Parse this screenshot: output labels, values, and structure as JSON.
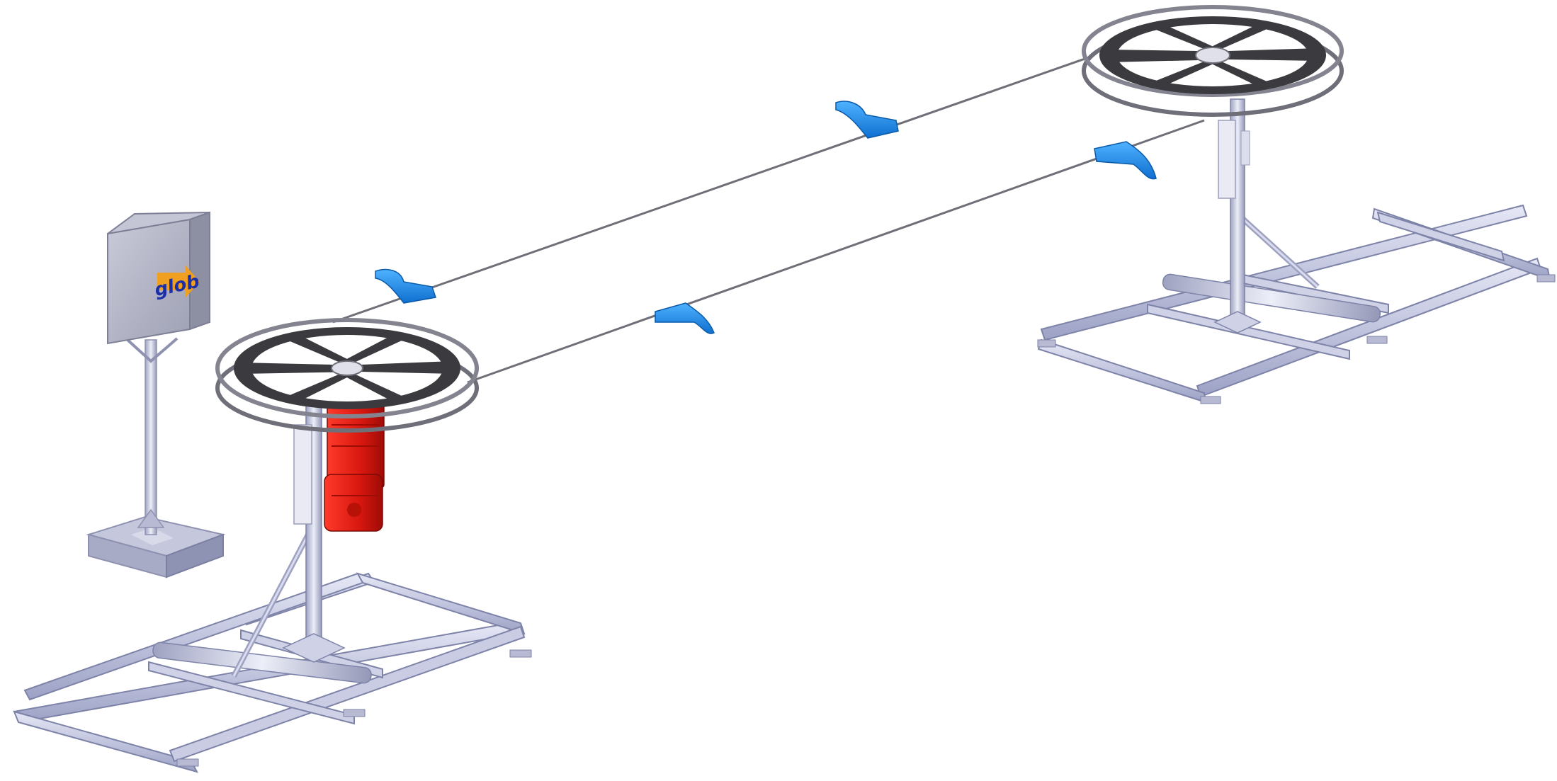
{
  "scene": {
    "background": "#ffffff",
    "components": {
      "control_cabinet": {
        "icon": "control-cabinet-icon",
        "logo_text": "glob"
      },
      "drive_wheel": {
        "icon": "drive-wheel-icon",
        "motor_color": "#d8170f"
      },
      "return_wheel": {
        "icon": "return-wheel-icon"
      },
      "cable": {
        "icon": "cable-icon",
        "color": "#6f6f78"
      },
      "carriers": {
        "icon": "cable-carrier-icon",
        "color": "#1d8fe8",
        "count": 4
      },
      "base_frames": {
        "icon": "base-frame-icon",
        "color": "#b8bcd8",
        "count": 2
      }
    },
    "colors": {
      "frame_light": "#d9dcef",
      "frame_mid": "#aeb2d1",
      "frame_dark": "#7e83a8",
      "wheel_dark": "#3b3b3f",
      "cabinet_front": "#b6b8c8",
      "cabinet_side": "#8d8fa3",
      "logo_blue": "#1a2fa8",
      "logo_orange": "#f0a020"
    }
  }
}
